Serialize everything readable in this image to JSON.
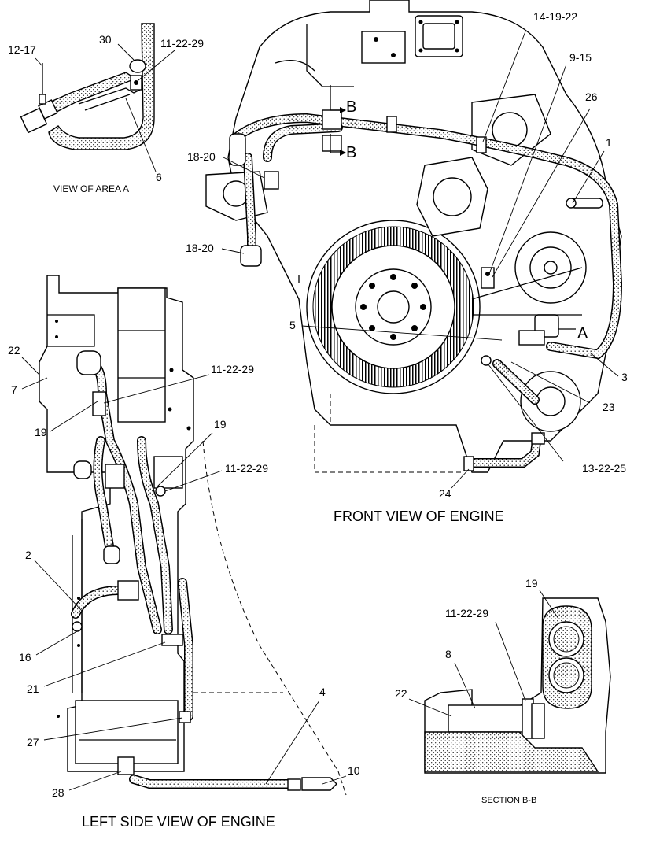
{
  "views": {
    "area_a": "VIEW OF AREA  A",
    "front": "FRONT VIEW OF ENGINE",
    "left_side": "LEFT SIDE VIEW OF ENGINE",
    "section_bb": "SECTION  B-B"
  },
  "markers": {
    "b_upper": "B",
    "b_lower": "B",
    "a": "A"
  },
  "callouts": {
    "c_30": "30",
    "c_12_17": "12-17",
    "c_11_22_29_a": "11-22-29",
    "c_6": "6",
    "c_14_19_22": "14-19-22",
    "c_9_15": "9-15",
    "c_26": "26",
    "c_1": "1",
    "c_18_20_a": "18-20",
    "c_18_20_b": "18-20",
    "c_5": "5",
    "c_3": "3",
    "c_23": "23",
    "c_13_22_25": "13-22-25",
    "c_24": "24",
    "c_22_left": "22",
    "c_7": "7",
    "c_19_a": "19",
    "c_11_22_29_b": "11-22-29",
    "c_19_b": "19",
    "c_11_22_29_c": "11-22-29",
    "c_2": "2",
    "c_16": "16",
    "c_21": "21",
    "c_27": "27",
    "c_28": "28",
    "c_4": "4",
    "c_10": "10",
    "c_19_c": "19",
    "c_11_22_29_d": "11-22-29",
    "c_8": "8",
    "c_22_section": "22"
  }
}
